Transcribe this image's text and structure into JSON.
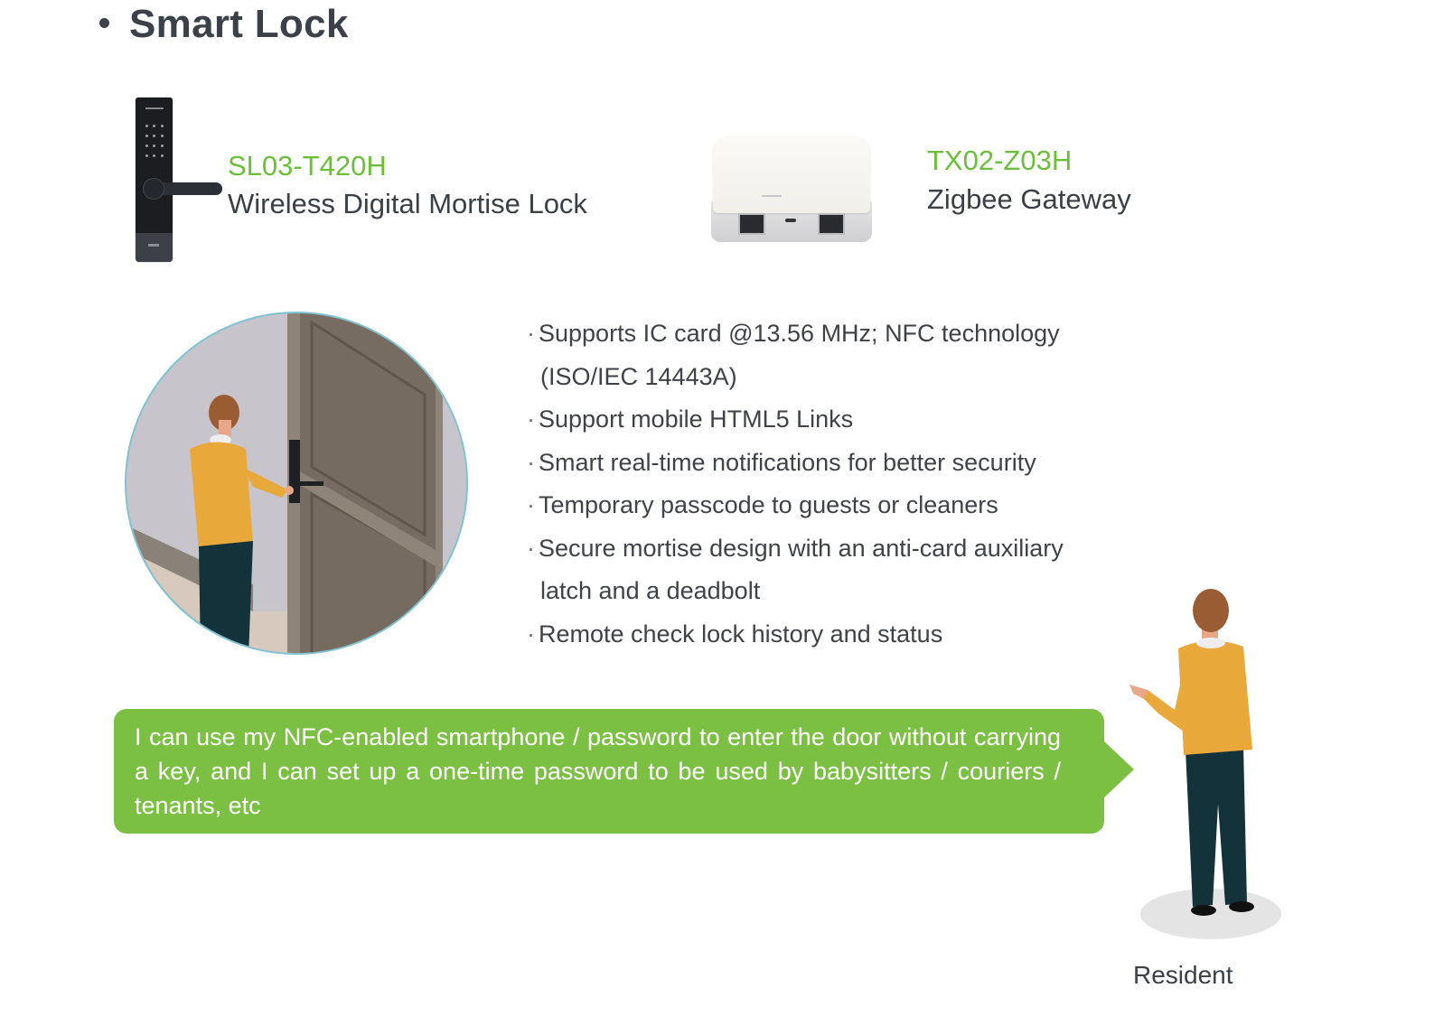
{
  "page": {
    "title": "Smart Lock",
    "bullet_glyph": "•"
  },
  "products": [
    {
      "model": "SL03-T420H",
      "name": "Wireless Digital Mortise Lock",
      "image": "smart-lock-product-image"
    },
    {
      "model": "TX02-Z03H",
      "name": "Zigbee Gateway",
      "image": "zigbee-gateway-product-image"
    }
  ],
  "features": {
    "bullet": "·",
    "items": [
      {
        "text": "Supports IC card @13.56 MHz; NFC technology",
        "continuation": "(ISO/IEC 14443A)"
      },
      {
        "text": "Support mobile HTML5 Links"
      },
      {
        "text": "Smart real-time notifications for better security"
      },
      {
        "text": "Temporary passcode to guests or cleaners"
      },
      {
        "text": "Secure mortise design with an anti-card auxiliary",
        "continuation": "latch and a  deadbolt"
      },
      {
        "text": "Remote check lock history and status"
      }
    ]
  },
  "scene": {
    "illustration": "person-unlocking-door-illustration"
  },
  "speech_bubble": {
    "text": "I can use my NFC-enabled smartphone / password to enter the door without carrying a key, and I can set up a one-time password to be used by babysitters / couriers / tenants, etc"
  },
  "persona": {
    "label": "Resident",
    "illustration": "resident-person-illustration"
  },
  "colors": {
    "accent_green": "#7bc043",
    "model_green": "#6cbf3a",
    "title_text": "#3c4049",
    "body_text": "#3f4247",
    "circle_border": "#7ec3d3",
    "sweater": "#e9a93a",
    "pants": "#14323a"
  }
}
